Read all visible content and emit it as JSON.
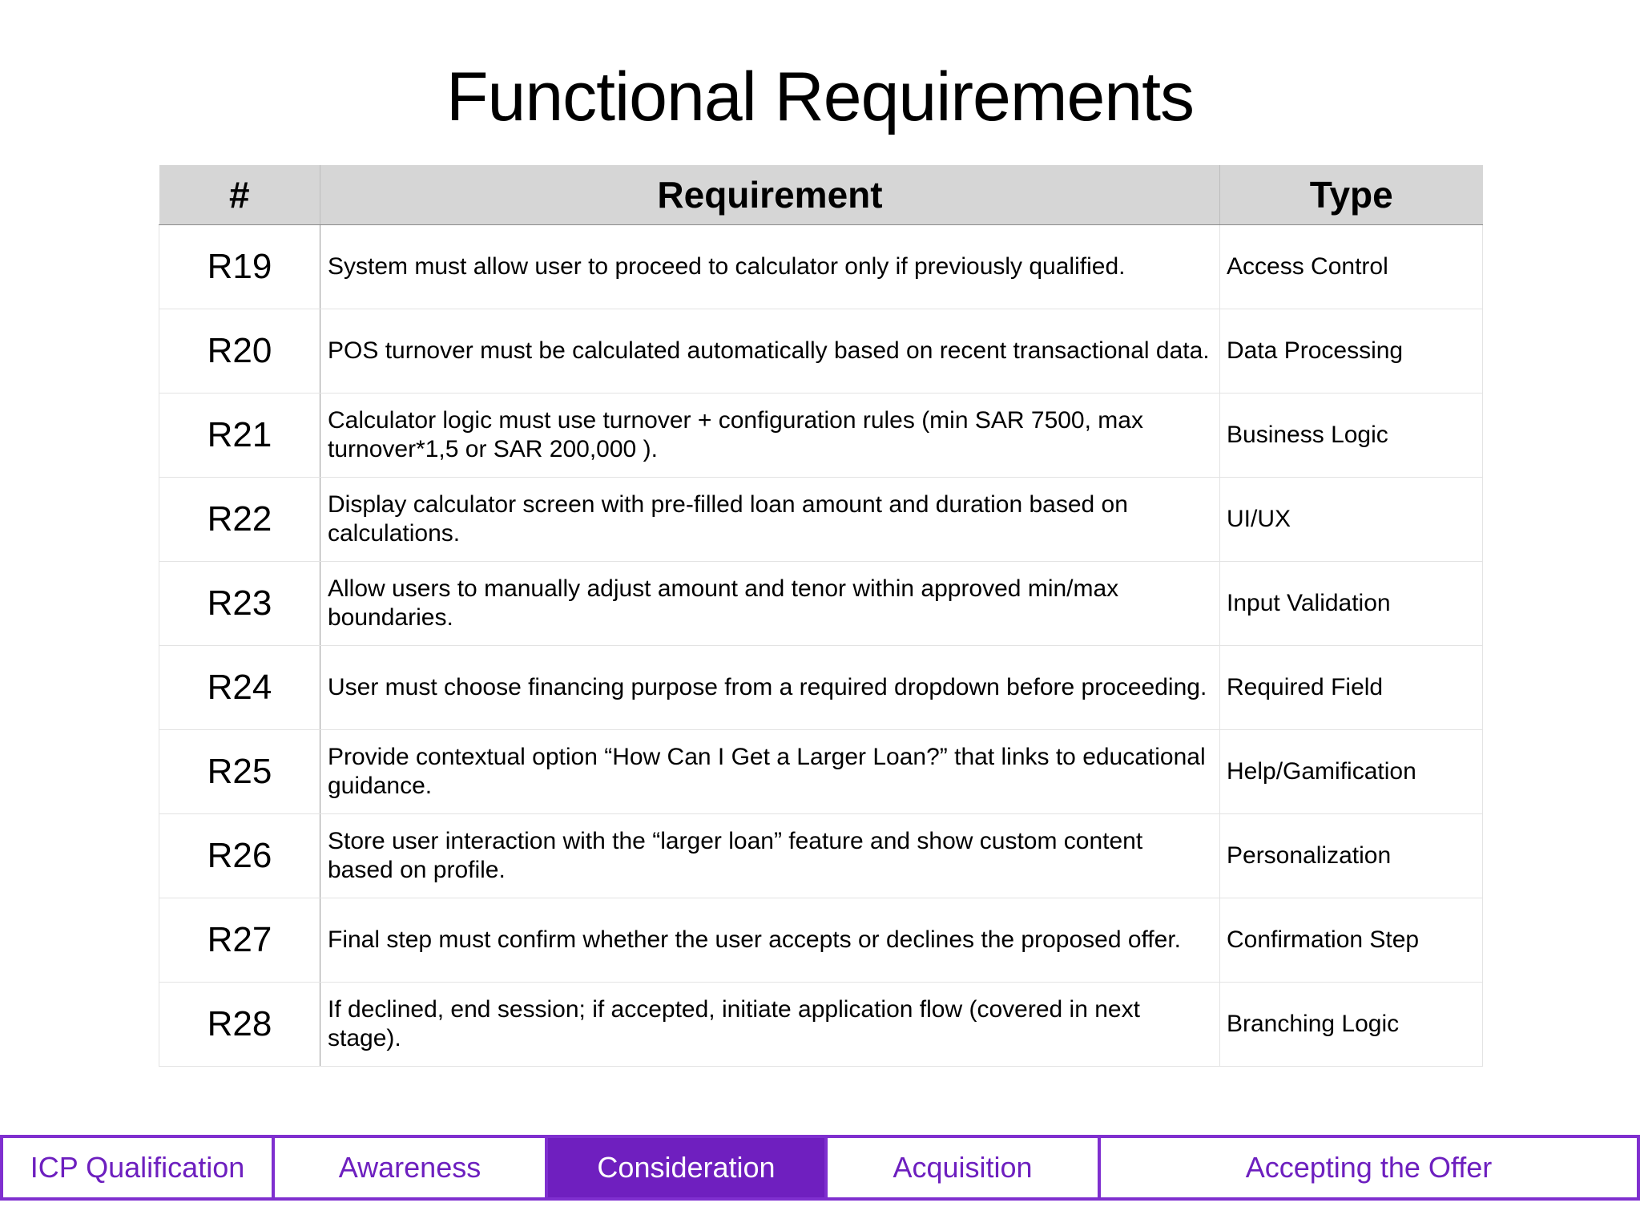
{
  "title": "Functional Requirements",
  "table": {
    "headers": [
      "#",
      "Requirement",
      "Type"
    ],
    "rows": [
      {
        "id": "R19",
        "requirement": "System must allow user to proceed to calculator only if previously qualified.",
        "type": "Access Control"
      },
      {
        "id": "R20",
        "requirement": "POS turnover must be calculated automatically based on recent transactional data.",
        "type": "Data Processing"
      },
      {
        "id": "R21",
        "requirement": "Calculator logic must use turnover + configuration rules (min SAR 7500, max turnover*1,5 or SAR 200,000 ).",
        "type": "Business Logic"
      },
      {
        "id": "R22",
        "requirement": "Display calculator screen with pre-filled loan amount and duration based on calculations.",
        "type": "UI/UX"
      },
      {
        "id": "R23",
        "requirement": "Allow users to manually adjust amount and tenor within approved min/max boundaries.",
        "type": "Input Validation"
      },
      {
        "id": "R24",
        "requirement": "User must choose financing purpose from a required dropdown before proceeding.",
        "type": "Required Field"
      },
      {
        "id": "R25",
        "requirement": "Provide contextual option “How Can I Get a Larger Loan?” that links to educational guidance.",
        "type": "Help/Gamification"
      },
      {
        "id": "R26",
        "requirement": "Store user interaction with the “larger loan” feature and show custom content based on profile.",
        "type": "Personalization"
      },
      {
        "id": "R27",
        "requirement": "Final step must confirm whether the user accepts or declines the proposed offer.",
        "type": "Confirmation Step"
      },
      {
        "id": "R28",
        "requirement": "If declined, end session; if accepted, initiate application flow (covered in next stage).",
        "type": "Branching Logic"
      }
    ]
  },
  "nav": {
    "tabs": [
      {
        "label": "ICP Qualification",
        "active": false
      },
      {
        "label": "Awareness",
        "active": false
      },
      {
        "label": "Consideration",
        "active": true
      },
      {
        "label": "Acquisition",
        "active": false
      },
      {
        "label": "Accepting the Offer",
        "active": false
      }
    ]
  },
  "colors": {
    "accent": "#6f1fbf",
    "header_bg": "#d6d6d6"
  }
}
